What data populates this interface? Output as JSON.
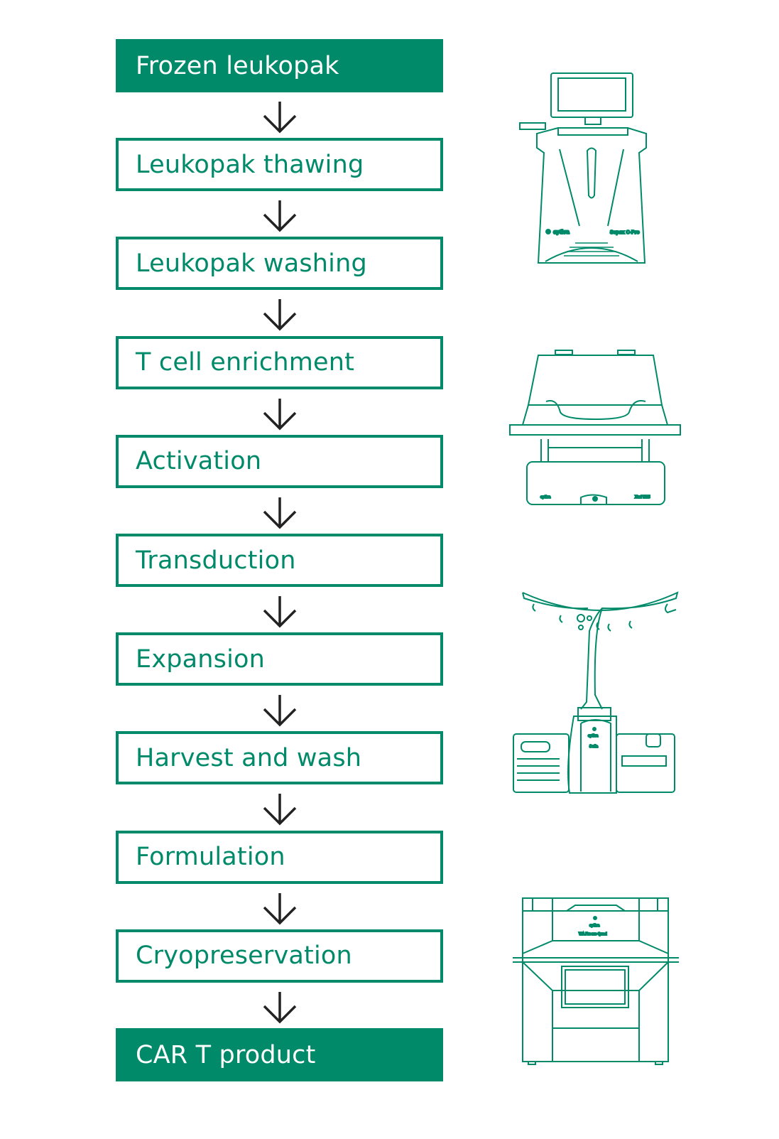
{
  "steps": [
    {
      "label": "Frozen leukopak",
      "filled": true
    },
    {
      "label": "Leukopak thawing",
      "filled": false
    },
    {
      "label": "Leukopak washing",
      "filled": false
    },
    {
      "label": "T cell enrichment",
      "filled": false
    },
    {
      "label": "Activation",
      "filled": false
    },
    {
      "label": "Transduction",
      "filled": false
    },
    {
      "label": "Expansion",
      "filled": false
    },
    {
      "label": "Harvest and wash",
      "filled": false
    },
    {
      "label": "Formulation",
      "filled": false
    },
    {
      "label": "Cryopreservation",
      "filled": false
    },
    {
      "label": "CAR T product",
      "filled": true
    }
  ],
  "devices": {
    "sepax": {
      "brand": "cytiva",
      "model": "Sepax C-Pro"
    },
    "xuri": {
      "brand": "cytiva",
      "model": "Xuri W25"
    },
    "sefia": {
      "brand": "cytiva",
      "model": "Sefia"
    },
    "via": {
      "brand": "cytiva",
      "model": "VIA Freeze Quad"
    }
  },
  "colors": {
    "accent": "#008a6a",
    "arrow": "#222222"
  }
}
